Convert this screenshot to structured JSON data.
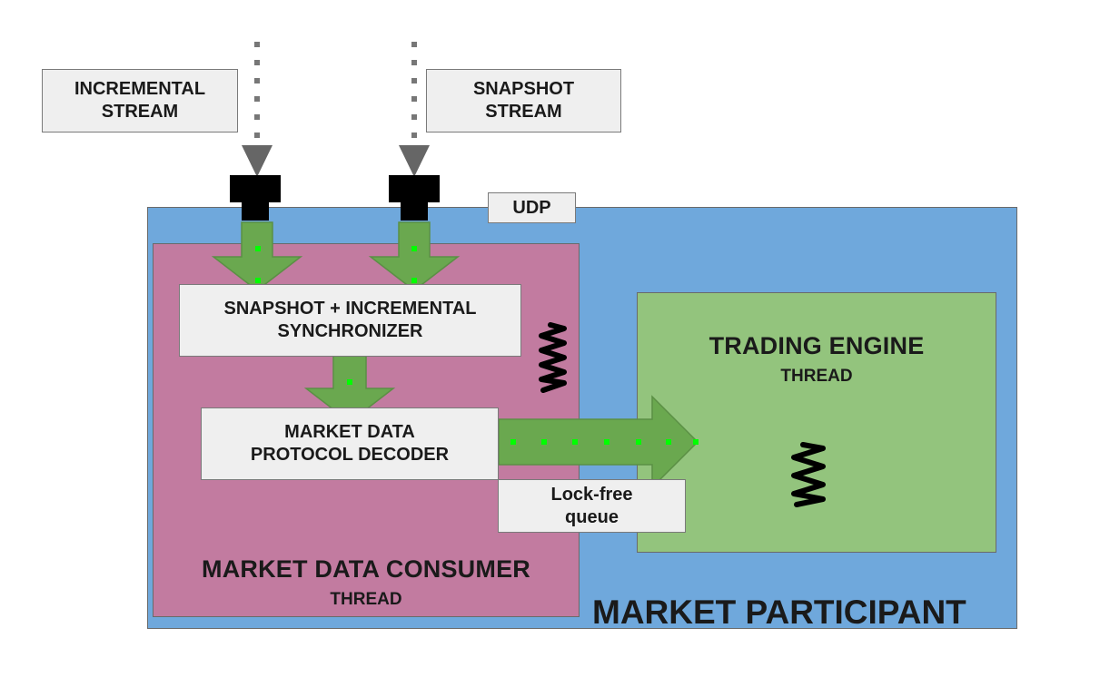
{
  "streams": {
    "incremental": {
      "line1": "INCREMENTAL",
      "line2": "STREAM"
    },
    "snapshot": {
      "line1": "SNAPSHOT",
      "line2": "STREAM"
    }
  },
  "udp_label": "UDP",
  "synchronizer": {
    "line1": "SNAPSHOT + INCREMENTAL",
    "line2": "SYNCHRONIZER"
  },
  "decoder": {
    "line1": "MARKET DATA",
    "line2": "PROTOCOL DECODER"
  },
  "queue": {
    "line1": "Lock-free",
    "line2": "queue"
  },
  "consumer": {
    "title": "MARKET DATA CONSUMER",
    "subtitle": "THREAD"
  },
  "engine": {
    "title": "TRADING ENGINE",
    "subtitle": "THREAD"
  },
  "participant": {
    "title": "MARKET PARTICIPANT"
  },
  "colors": {
    "participant_bg": "#6fa8dc",
    "consumer_bg": "#c27ba0",
    "engine_bg": "#93c47d",
    "arrow_green": "#6aa84f",
    "dot_green": "#00ff00",
    "label_bg": "#efefef"
  },
  "icons": [
    "thread-spring-icon",
    "udp-socket-icon",
    "dotted-arrow-icon"
  ]
}
